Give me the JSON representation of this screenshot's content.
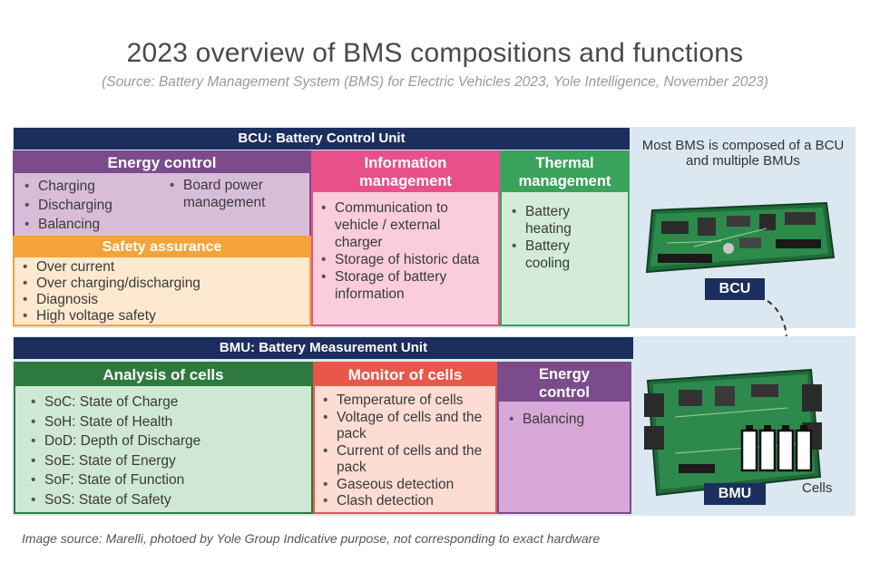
{
  "title": "2023 overview of BMS compositions and functions",
  "subtitle": "(Source: Battery Management System (BMS) for Electric Vehicles 2023, Yole Intelligence, November 2023)",
  "bcu": {
    "bar_label": "BCU: Battery Control Unit",
    "energy_control": {
      "title": "Energy control",
      "items_left": [
        "Charging",
        "Discharging",
        "Balancing"
      ],
      "items_right": [
        "Board power management"
      ]
    },
    "safety_assurance": {
      "title": "Safety assurance",
      "items": [
        "Over current",
        "Over charging/discharging",
        "Diagnosis",
        "High voltage safety"
      ]
    },
    "information_management": {
      "title": "Information management",
      "items": [
        "Communication to vehicle / external charger",
        "Storage of historic data",
        "Storage of battery information"
      ]
    },
    "thermal_management": {
      "title": "Thermal management",
      "items": [
        "Battery heating",
        "Battery cooling"
      ]
    },
    "note": "Most BMS is composed of a BCU and multiple BMUs",
    "tag": "BCU"
  },
  "bmu": {
    "bar_label": "BMU: Battery Measurement Unit",
    "analysis_of_cells": {
      "title": "Analysis of cells",
      "items": [
        "SoC: State of Charge",
        "SoH: State of Health",
        "DoD: Depth of Discharge",
        "SoE: State of Energy",
        "SoF: State of Function",
        "SoS: State of Safety"
      ]
    },
    "monitor_of_cells": {
      "title": "Monitor of cells",
      "items": [
        "Temperature of cells",
        "Voltage of cells and the pack",
        "Current of cells and the pack",
        "Gaseous detection",
        "Clash detection"
      ]
    },
    "energy_control": {
      "title": "Energy control",
      "items": [
        "Balancing"
      ]
    },
    "tag": "BMU",
    "cells_label": "Cells"
  },
  "footer": "Image source: Marelli, photoed by Yole Group Indicative purpose, not corresponding to exact hardware",
  "colors": {
    "navy": "#1c2e5e",
    "energy_purple": "#7b4b8c",
    "energy_purple_fill": "#d8bdd9",
    "safety_orange": "#f4a33a",
    "safety_fill": "#fde9cf",
    "info_pink": "#e8508a",
    "info_fill": "#f9cddd",
    "thermal_green": "#3aa25a",
    "thermal_fill": "#d2ecd7",
    "analysis_green": "#2e7a3e",
    "analysis_fill": "#cfe8d3",
    "monitor_red": "#e8584a",
    "monitor_fill": "#fcdcd3",
    "bmu_energy_purple": "#7b4b8c",
    "bmu_energy_fill": "#d7a8d8",
    "panel_bg": "#dbe7f1"
  },
  "icons": [
    "bcu-board-image",
    "bmu-board-image",
    "battery-cells-icon",
    "dashed-connector-icon"
  ]
}
